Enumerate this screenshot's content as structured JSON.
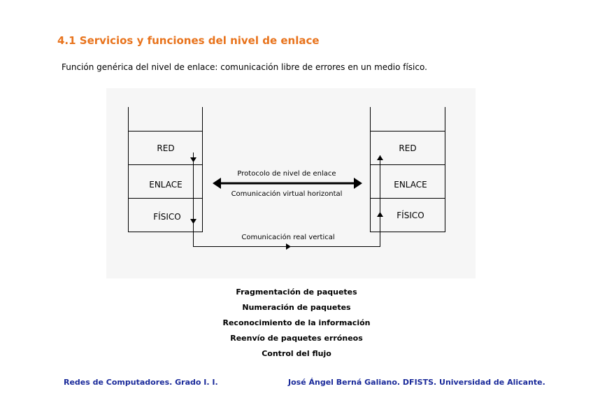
{
  "title": "4.1 Servicios y funciones del nivel de enlace",
  "subtitle": "Función genérica del nivel de enlace: comunicación libre de errores en un medio físico.",
  "diagram": {
    "left_stack": [
      "RED",
      "ENLACE",
      "FÍSICO"
    ],
    "right_stack": [
      "RED",
      "ENLACE",
      "FÍSICO"
    ],
    "protocol_label": "Protocolo de nivel de enlace",
    "virtual_label": "Comunicación virtual horizontal",
    "real_label": "Comunicación real vertical"
  },
  "functions": [
    "Fragmentación de paquetes",
    "Numeración de paquetes",
    "Reconocimiento de la información",
    "Reenvío de paquetes erróneos",
    "Control del flujo"
  ],
  "footer": {
    "left": "Redes de Computadores. Grado I. I.",
    "right": "José Ángel Berná Galiano. DFISTS. Universidad de Alicante."
  },
  "colors": {
    "title": "#e8731c",
    "footer": "#1a2a9a"
  }
}
